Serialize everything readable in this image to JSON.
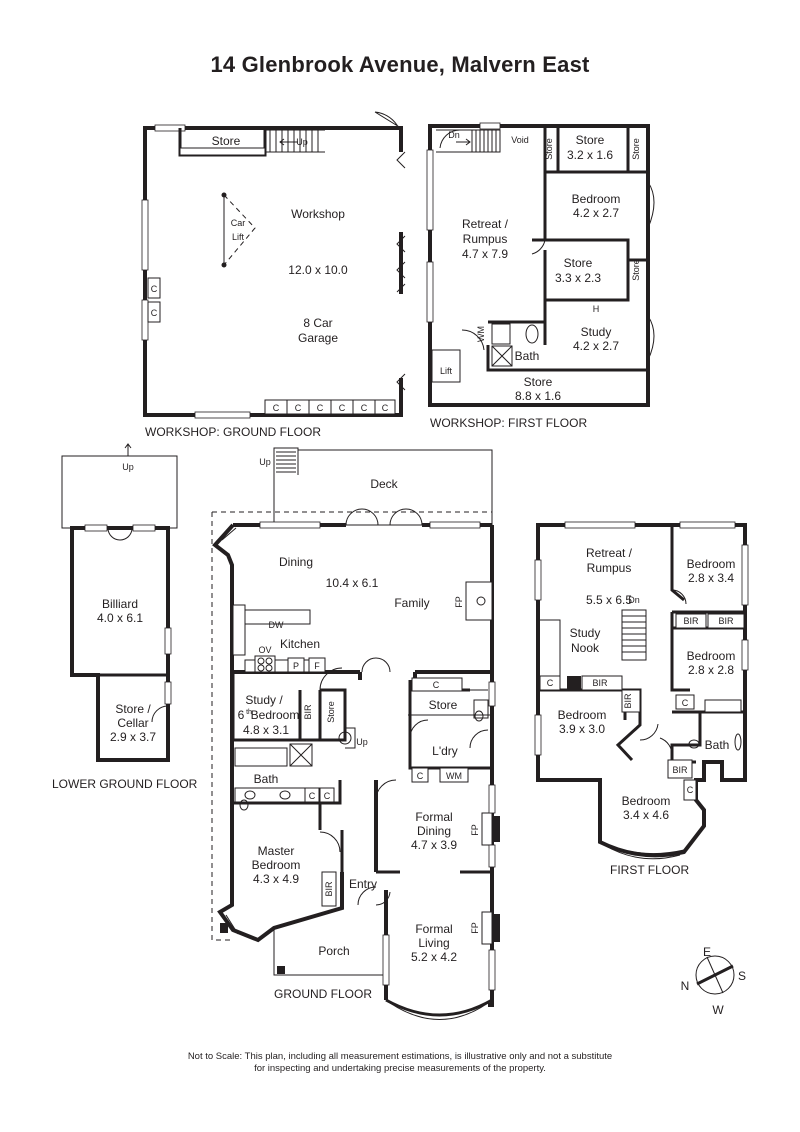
{
  "title": "14 Glenbrook Avenue, Malvern East",
  "plans": {
    "workshop_ground": {
      "caption": "WORKSHOP: GROUND FLOOR",
      "rooms": {
        "store": "Store",
        "up": "Up",
        "car": "Car",
        "lift": "Lift",
        "workshop": "Workshop",
        "workshop_dim": "12.0 x 10.0",
        "garage_1": "8 Car",
        "garage_2": "Garage",
        "c": "C"
      }
    },
    "workshop_first": {
      "caption": "WORKSHOP: FIRST FLOOR",
      "rooms": {
        "dn": "Dn",
        "void": "Void",
        "store1": "Store",
        "store1_dim": "3.2 x 1.6",
        "store_v": "Store",
        "bedroom": "Bedroom",
        "bedroom_dim": "4.2 x 2.7",
        "retreat_1": "Retreat /",
        "retreat_2": "Rumpus",
        "retreat_dim": "4.7 x 7.9",
        "store2": "Store",
        "store2_dim": "3.3 x 2.3",
        "h": "H",
        "study": "Study",
        "study_dim": "4.2 x 2.7",
        "wm": "WM",
        "bath": "Bath",
        "lift": "Lift",
        "store3": "Store",
        "store3_dim": "8.8 x 1.6"
      }
    },
    "lower_ground": {
      "caption": "LOWER GROUND FLOOR",
      "rooms": {
        "up": "Up",
        "billiard": "Billiard",
        "billiard_dim": "4.0 x 6.1",
        "cellar_1": "Store /",
        "cellar_2": "Cellar",
        "cellar_dim": "2.9 x 3.7"
      }
    },
    "ground": {
      "caption": "GROUND FLOOR",
      "rooms": {
        "up": "Up",
        "deck": "Deck",
        "dining": "Dining",
        "dining_dim": "10.4 x 6.1",
        "family": "Family",
        "fp": "FP",
        "dw": "DW",
        "kitchen": "Kitchen",
        "ov": "OV",
        "p": "P",
        "f": "F",
        "study_1": "Study /",
        "study_2a": "6",
        "study_2sup": "th",
        "study_2b": "Bedroom",
        "study_dim": "4.8 x 3.1",
        "bir": "BIR",
        "store_v": "Store",
        "store": "Store",
        "c": "C",
        "ldry": "L'dry",
        "wm": "WM",
        "bath": "Bath",
        "formal_dining_1": "Formal",
        "formal_dining_2": "Dining",
        "formal_dining_dim": "4.7 x 3.9",
        "master_1": "Master",
        "master_2": "Bedroom",
        "master_dim": "4.3 x 4.9",
        "entry": "Entry",
        "formal_living_1": "Formal",
        "formal_living_2": "Living",
        "formal_living_dim": "5.2 x 4.2",
        "porch": "Porch"
      }
    },
    "first": {
      "caption": "FIRST FLOOR",
      "rooms": {
        "retreat_1": "Retreat /",
        "retreat_2": "Rumpus",
        "retreat_dim": "5.5 x 6.5",
        "dn": "Dn",
        "study_1": "Study",
        "study_2": "Nook",
        "bedroom1": "Bedroom",
        "bedroom1_dim": "2.8 x 3.4",
        "bir": "BIR",
        "bedroom2": "Bedroom",
        "bedroom2_dim": "2.8 x 2.8",
        "c": "C",
        "bedroom3": "Bedroom",
        "bedroom3_dim": "3.9 x 3.0",
        "bath": "Bath",
        "bedroom4": "Bedroom",
        "bedroom4_dim": "3.4 x 4.6"
      }
    }
  },
  "compass": {
    "n": "N",
    "e": "E",
    "s": "S",
    "w": "W"
  },
  "disclaimer": {
    "line1": "Not to Scale: This plan, including all measurement estimations, is illustrative only and not a substitute",
    "line2": "for inspecting and undertaking precise measurements of the property."
  }
}
